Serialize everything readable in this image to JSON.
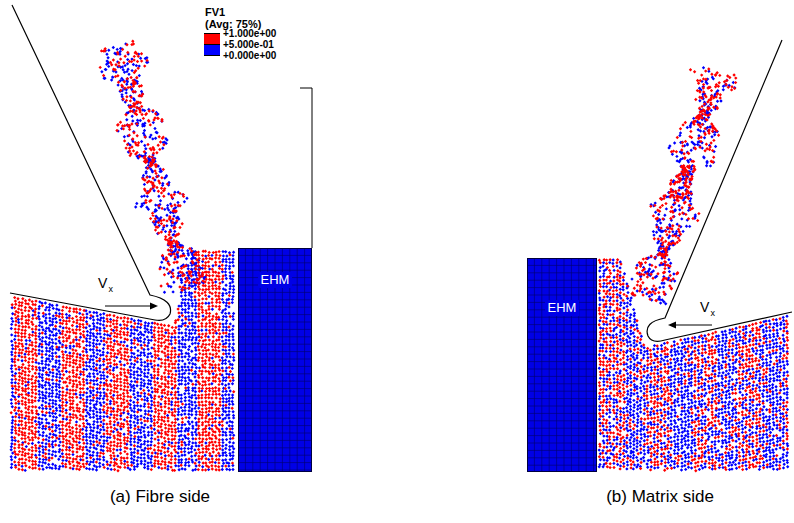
{
  "diagram": {
    "nodes": [
      {
        "text": [
          "EHM"
        ]
      },
      {
        "text": [
          "EHM"
        ]
      }
    ],
    "edges": [],
    "labels": [
      "FV1",
      "(Avg: 75%)",
      "V",
      "x",
      "V",
      "x",
      "(a) Fibre side",
      "(b) Matrix side"
    ],
    "legend": [
      {
        "text": "+1.000e+00",
        "color": "#ff0000"
      },
      {
        "text": "+5.000e-01",
        "color": "#0000ff"
      },
      {
        "text": "+0.000e+00"
      }
    ]
  }
}
